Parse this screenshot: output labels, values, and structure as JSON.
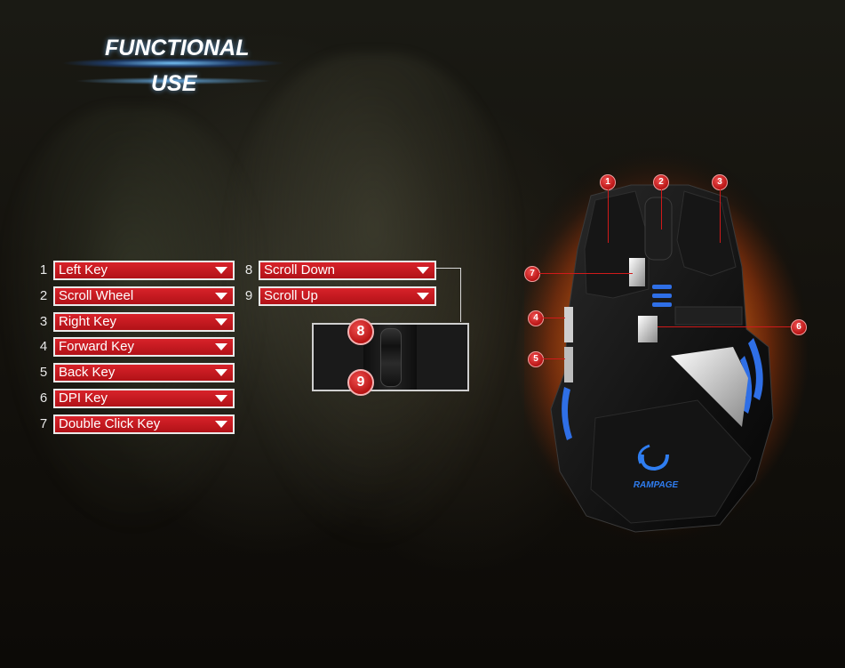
{
  "title": {
    "line1": "FUNCTIONAL",
    "line2": "USE"
  },
  "left_keys": [
    {
      "num": "1",
      "label": "Left Key"
    },
    {
      "num": "2",
      "label": "Scroll Wheel"
    },
    {
      "num": "3",
      "label": "Right Key"
    },
    {
      "num": "4",
      "label": "Forward Key"
    },
    {
      "num": "5",
      "label": "Back Key"
    },
    {
      "num": "6",
      "label": "DPI Key"
    },
    {
      "num": "7",
      "label": "Double Click Key"
    }
  ],
  "right_keys": [
    {
      "num": "8",
      "label": "Scroll Down"
    },
    {
      "num": "9",
      "label": "Scroll Up"
    }
  ],
  "zoom_badges": [
    "8",
    "9"
  ],
  "mouse_badges": [
    "1",
    "2",
    "3",
    "7",
    "4",
    "6",
    "5"
  ],
  "brand": "RAMPAGE",
  "colors": {
    "accent": "#c8141c",
    "glow": "#3b9cff",
    "fire": "#ff8c1e"
  }
}
